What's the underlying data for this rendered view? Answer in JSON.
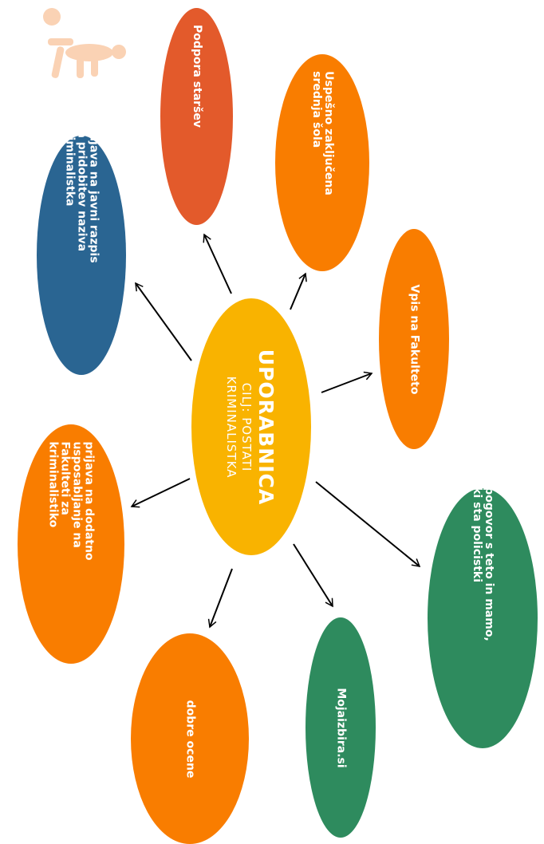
{
  "center": {
    "title": "UPORABNICA",
    "subtitle_line1": "CILJ: POSTATI",
    "subtitle_line2": "KRIMINALISTKA",
    "color": "#F9B300"
  },
  "nodes": {
    "podpora": {
      "label": "Podpora staršev",
      "color": "#E35A2B"
    },
    "sola": {
      "line1": "Uspešno zaključena",
      "line2": "srednja šola",
      "color": "#F97D00"
    },
    "fakulteta": {
      "label": "Vpis na Fakulteto",
      "color": "#F97D00"
    },
    "pogovor": {
      "line1": "pogovor s teto in mamo,",
      "line2": "ki sta policistki",
      "color": "#2E8B5E"
    },
    "mojaizbira": {
      "label": "Mojaizbira.si",
      "color": "#2E8B5E"
    },
    "ocene": {
      "label": "dobre ocene",
      "color": "#F97D00"
    },
    "usposabljanje": {
      "line1": "prijava na dodatno",
      "line2": "usposabljanje na",
      "line3": "Fakulteti za",
      "line4": "kriminalistiko",
      "color": "#F97D00"
    },
    "razpis": {
      "line1": "prijava na javni razpis",
      "line2": "za pridobitev naziva",
      "line3": "kriminalistka",
      "color": "#2A6592"
    }
  },
  "icons": {
    "person": "lying-person-icon",
    "arrow": "arrow-icon"
  }
}
